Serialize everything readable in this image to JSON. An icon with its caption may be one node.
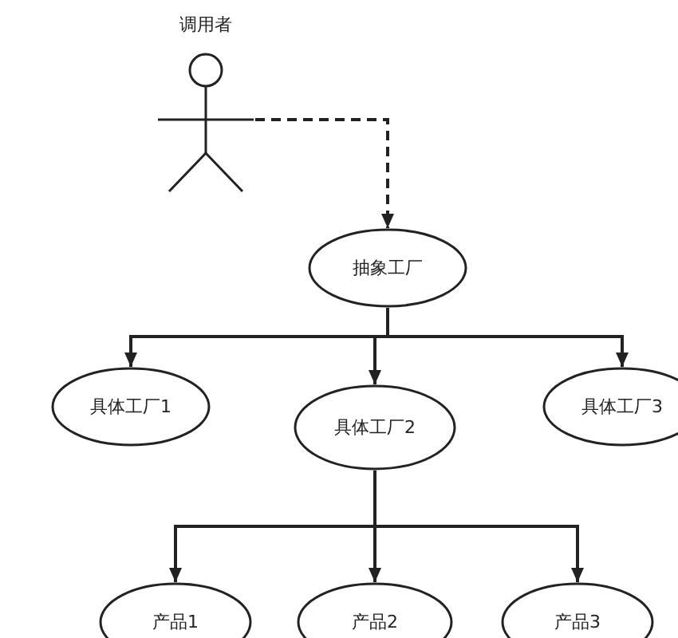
{
  "diagram": {
    "nodes": [
      {
        "text": [
          "调用者"
        ]
      },
      {
        "text": [
          "抽象工厂"
        ]
      },
      {
        "text": [
          "具体工厂1"
        ]
      },
      {
        "text": [
          "具体工厂2"
        ]
      },
      {
        "text": [
          "具体工厂3"
        ]
      },
      {
        "text": [
          "产品1"
        ]
      },
      {
        "text": [
          "产品2"
        ]
      },
      {
        "text": [
          "产品3"
        ]
      }
    ],
    "edges": [
      {
        "from": 0,
        "to": 1,
        "arrow": "to",
        "style": "dashed"
      },
      {
        "from": 1,
        "to": 2,
        "arrow": "to"
      },
      {
        "from": 1,
        "to": 3,
        "arrow": "to"
      },
      {
        "from": 1,
        "to": 4,
        "arrow": "to"
      },
      {
        "from": 3,
        "to": 5,
        "arrow": "to"
      },
      {
        "from": 3,
        "to": 6,
        "arrow": "to"
      },
      {
        "from": 3,
        "to": 7,
        "arrow": "to"
      }
    ]
  }
}
